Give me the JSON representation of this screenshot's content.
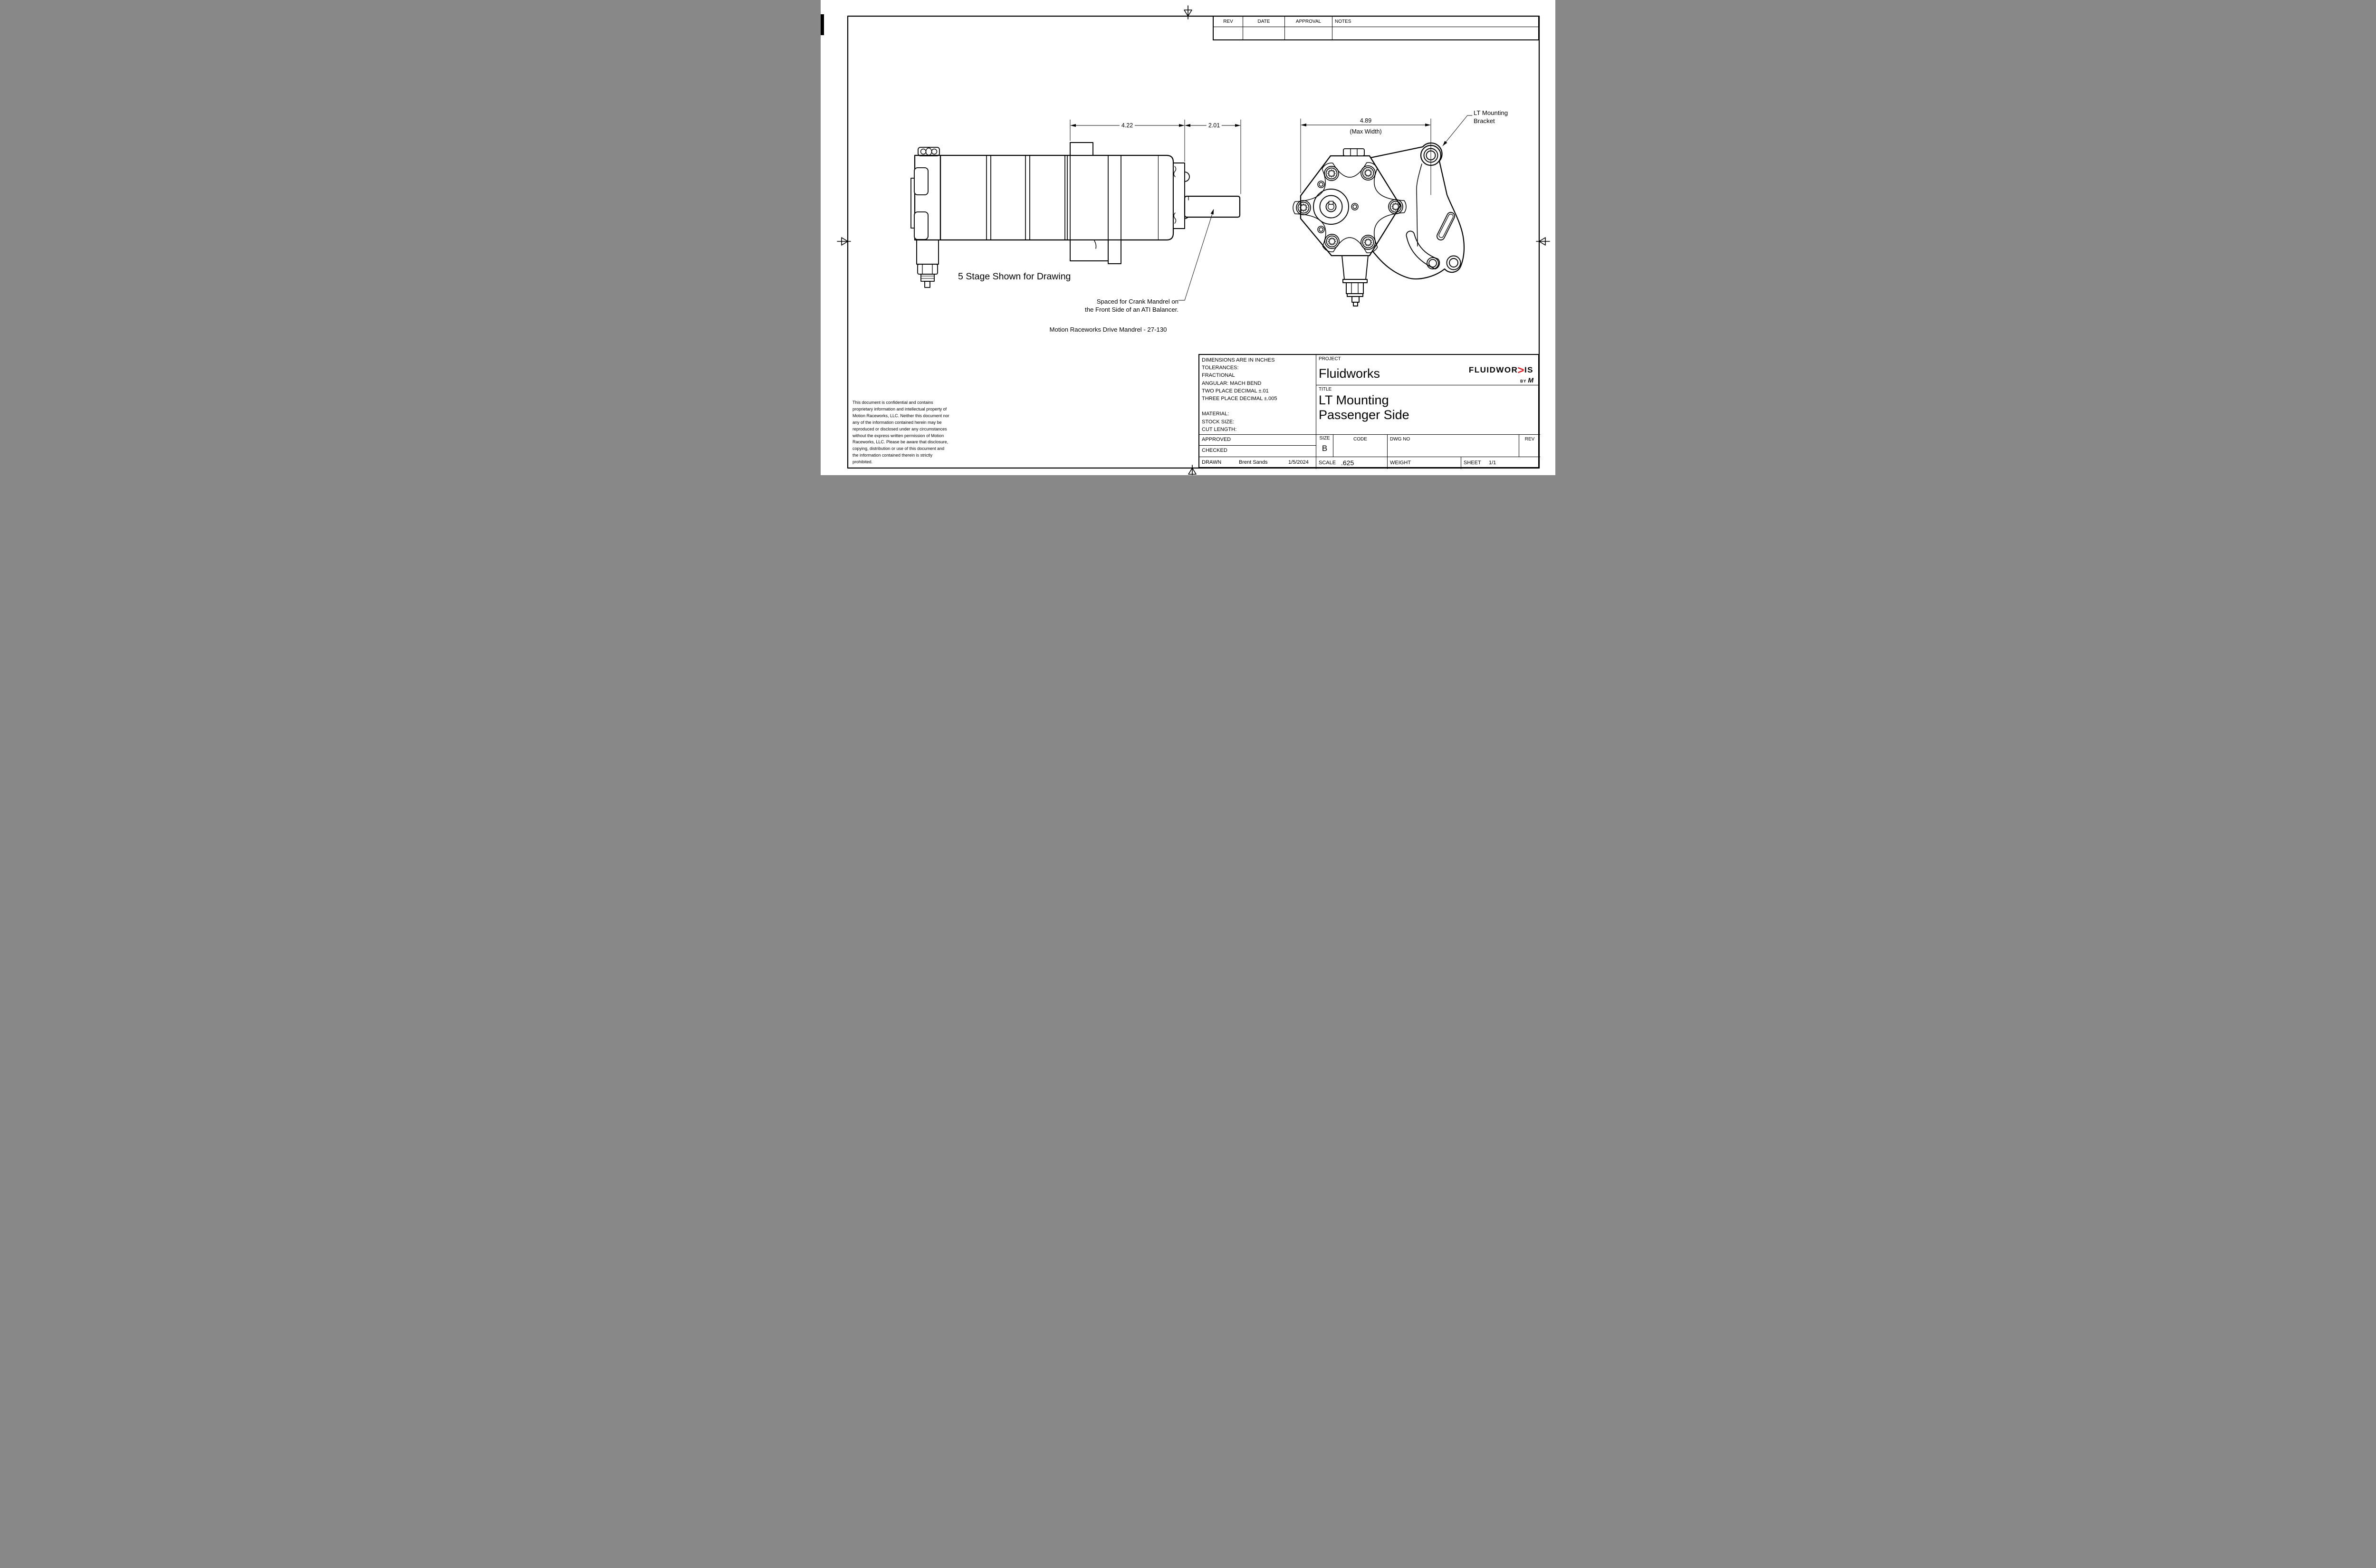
{
  "sheet": {
    "line_color": "#000000",
    "background": "#ffffff",
    "accent_red": "#e31e24"
  },
  "rev_table": {
    "headers": [
      "REV",
      "DATE",
      "APPROVAL",
      "NOTES"
    ]
  },
  "dimensions": {
    "length_total": "4.22",
    "shaft_length": "2.01",
    "max_width": "4.89",
    "max_width_note": "(Max Width)"
  },
  "annotations": {
    "bracket_label": "LT Mounting\nBracket",
    "stage_note": "5 Stage Shown for Drawing",
    "mandrel_note": "Spaced for Crank Mandrel on\nthe Front Side of an ATI Balancer.",
    "drive_mandrel_note": "Motion Raceworks Drive Mandrel - 27-130",
    "confidentiality": "This document is confidential and contains\nproprietary information and intellectual property of\nMotion Raceworks, LLC. Neither this document nor\nany of the information contained herein may be\nreproduced or disclosed under any circumstances\nwithout the express written permission of Motion\nRaceworks, LLC. Please be aware that disclosure,\ncopying, distribution or use of this document and\nthe information contained therein is strictly\nprohibited."
  },
  "title_block": {
    "tolerances": "DIMENSIONS ARE IN INCHES\nTOLERANCES:\nFRACTIONAL\nANGULAR: MACH BEND\nTWO PLACE DECIMAL ±.01\nTHREE PLACE DECIMAL ±.005\n\nMATERIAL:\nSTOCK SIZE:\nCUT LENGTH:",
    "approved_label": "APPROVED",
    "checked_label": "CHECKED",
    "drawn_label": "DRAWN",
    "drawn_by": "Brent Sands",
    "drawn_date": "1/5/2024",
    "project_label": "PROJECT",
    "project_name": "Fluidworks",
    "title_label": "TITLE",
    "title_line1": "LT Mounting",
    "title_line2": "Passenger Side",
    "size_label": "SIZE",
    "size_value": "B",
    "code_label": "CODE",
    "dwg_label": "DWG NO",
    "rev_label": "REV",
    "scale_label": "SCALE",
    "scale_value": ".625",
    "weight_label": "WEIGHT",
    "sheet_label": "SHEET",
    "sheet_value": "1/1",
    "logo": {
      "part1": "FLUIDWOR",
      "chevron": ">",
      "part2": "IS",
      "by": "BY",
      "m": "M"
    }
  }
}
